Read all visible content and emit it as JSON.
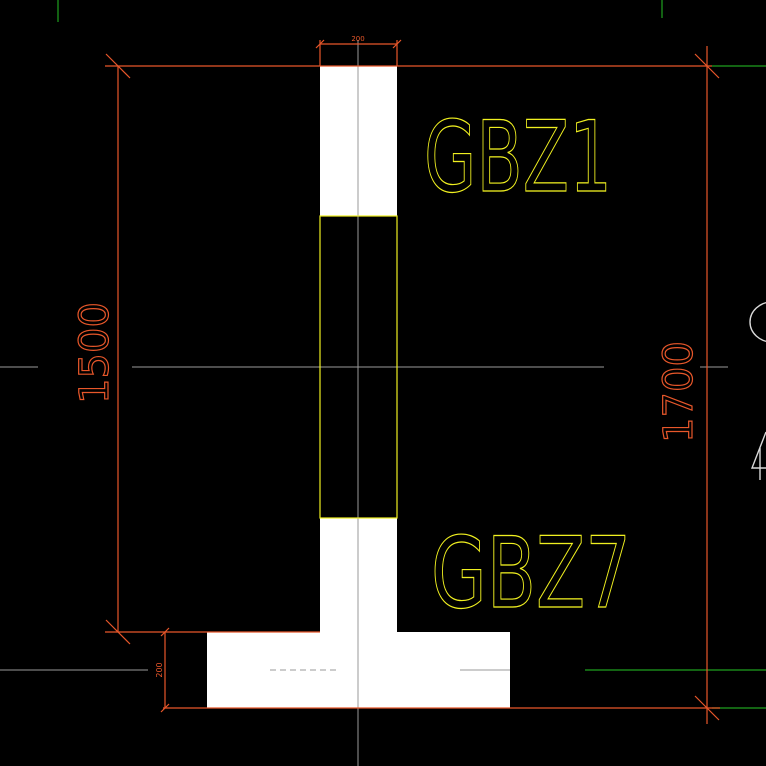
{
  "drawing": {
    "labels": {
      "top_wall": "GBZ1",
      "bottom_wall": "GBZ7"
    },
    "dimensions": {
      "wall_width": "200",
      "left_height": "1500",
      "right_height": "1700",
      "flange_thickness": "200"
    }
  },
  "colors": {
    "background": "#000000",
    "dimension": "#e8572a",
    "label": "#f0f020",
    "outline": "#f0f020",
    "axis": "#9a9a9a",
    "grid_green": "#1fa01f",
    "fill": "#ffffff",
    "ghost_text": "#d9d9d9"
  }
}
